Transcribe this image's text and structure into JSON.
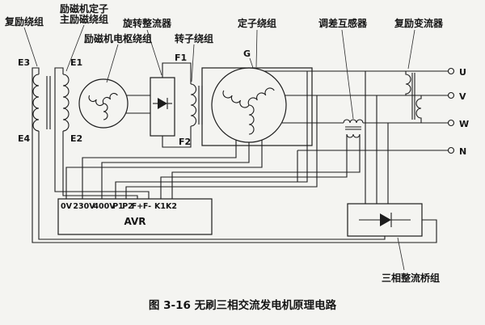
{
  "figure": {
    "caption": "图 3-16  无刷三相交流发电机原理电路"
  },
  "component_labels": {
    "compound_winding": "复励绕组",
    "exciter_stator_line1": "励磁机定子",
    "exciter_stator_line2": "主励磁绕组",
    "exciter_armature_winding": "励磁机电枢绕组",
    "rotating_rectifier": "旋转整流器",
    "rotor_winding": "转子绕组",
    "stator_winding": "定子绕组",
    "droop_transformer": "调差互感器",
    "compound_converter": "复励变流器",
    "rectifier_bridge": "三相整流桥组"
  },
  "terminal_labels": {
    "e3": "E3",
    "e1": "E1",
    "e4": "E4",
    "e2": "E2",
    "f1": "F1",
    "f2": "F2",
    "g": "G",
    "u": "U",
    "v": "V",
    "w": "W",
    "n": "N"
  },
  "avr": {
    "name": "AVR",
    "terminals": [
      "0V",
      "230V",
      "400V",
      "P1",
      "P2",
      "F+",
      "F-",
      "K1",
      "K2"
    ]
  },
  "colors": {
    "line": "#1c1c1c",
    "background": "#f4f4f1"
  }
}
